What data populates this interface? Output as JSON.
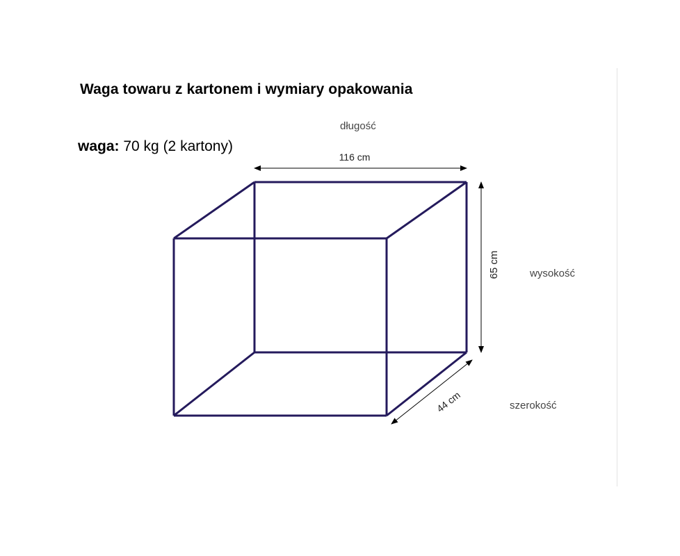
{
  "title": "Waga towaru z kartonem i wymiary opakowania",
  "weight": {
    "label": "waga:",
    "value": "70 kg (2 kartony)"
  },
  "dimensions": {
    "length": {
      "name": "długość",
      "value": "116 cm"
    },
    "height": {
      "name": "wysokość",
      "value": "65 cm"
    },
    "width": {
      "name": "szerokość",
      "value": "44 cm"
    }
  },
  "colors": {
    "box_edges": "#241a5c",
    "dimension_lines": "#000000",
    "divider": "#e2e2e2"
  }
}
